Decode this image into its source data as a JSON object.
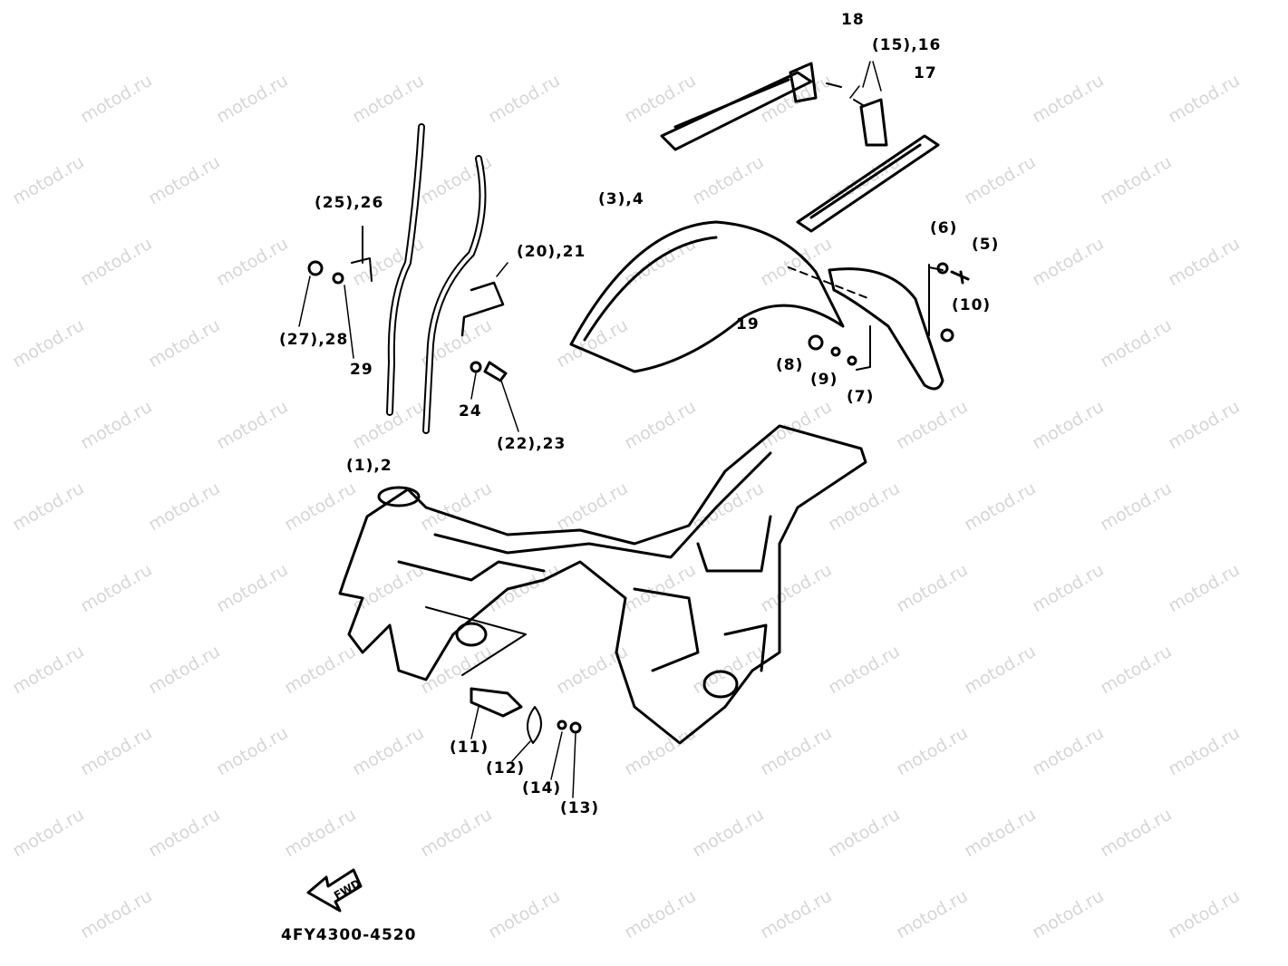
{
  "watermark": "motod.ru",
  "part_code": "4FY4300-4520",
  "fwd_label": "FWD",
  "callouts": {
    "c18": "18",
    "c15_16": "(15),16",
    "c17": "17",
    "c3_4": "(3),4",
    "c6": "(6)",
    "c5": "(5)",
    "c10": "(10)",
    "c25_26": "(25),26",
    "c20_21": "(20),21",
    "c19": "19",
    "c8": "(8)",
    "c9": "(9)",
    "c7": "(7)",
    "c27_28": "(27),28",
    "c29": "29",
    "c24": "24",
    "c22_23": "(22),23",
    "c1_2": "(1),2",
    "c11": "(11)",
    "c12": "(12)",
    "c14": "(14)",
    "c13": "(13)"
  }
}
